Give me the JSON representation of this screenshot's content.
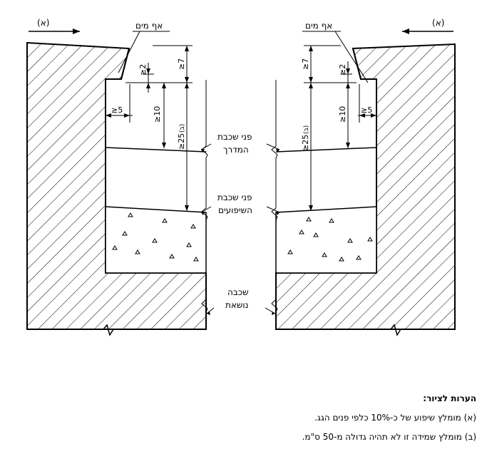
{
  "diagram": {
    "slope_arrow_label": "(א)",
    "drip_label": "אף מים",
    "dims": {
      "d7": "≥7",
      "d2": "≥2",
      "d5": "≥5",
      "d10": "≥10",
      "d25": "≥25",
      "d25_note": "(ב)"
    },
    "layers": {
      "tread_line1": "פני שכבת",
      "tread_line2": "המדרך",
      "bedding_line1": "פני שכבת",
      "bedding_line2": "השיפועים",
      "base_line1": "שכבה",
      "base_line2": "נושאת"
    }
  },
  "notes": {
    "title": "הערות לציור:",
    "items": [
      "(א) מומלץ שיפוע של כ-10% כלפי פנים הגג.",
      "(ב) מומלץ שמידה זו לא תהיה גדולה מ-50 ס\"מ."
    ]
  }
}
